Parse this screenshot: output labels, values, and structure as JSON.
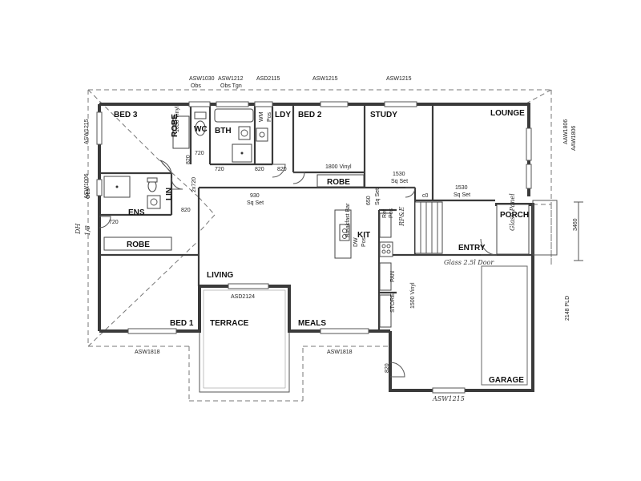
{
  "rooms": {
    "bed3": "BED 3",
    "robe_bed3": "ROBE",
    "wc": "WC",
    "bth": "BTH",
    "ldy": "LDY",
    "bed2": "BED 2",
    "study": "STUDY",
    "lounge": "LOUNGE",
    "robe_bed2": "ROBE",
    "ens": "ENS",
    "lin": "LIN",
    "robe_bed1": "ROBE",
    "kit": "KIT",
    "porch": "PORCH",
    "entry": "ENTRY",
    "living": "LIVING",
    "pan": "PAN",
    "store": "STORE",
    "bed1": "BED 1",
    "terrace": "TERRACE",
    "meals": "MEALS",
    "garage": "GARAGE"
  },
  "windows": {
    "asw1030": "ASW1030",
    "obs1": "Obs",
    "asw1212": "ASW1212",
    "obs_tgn": "Obs Tgn",
    "asd2115": "ASD2115",
    "asw1215_a": "ASW1215",
    "asw1215_b": "ASW1215",
    "asw1215_left": "ASW1215",
    "asw1006": "ASW1006",
    "obs2": "Obs",
    "aaw1806_a": "AAW1806",
    "aaw1806_b": "AAW1806",
    "asd2124": "ASD2124",
    "asw1818_a": "ASW1818",
    "asw1818_b": "ASW1818",
    "asw1215_hand": "ASW1215"
  },
  "notes": {
    "vinyl1650": "1650 Vinyl",
    "vinyl1800": "1800 Vinyl",
    "vinyl1500": "1500 Vinyl",
    "sq1530a": "1530",
    "sq1530a_unit": "Sq Set",
    "sq1530b": "1530",
    "sq1530b_unit": "Sq Set",
    "sq930": "930",
    "sq930_unit": "Sq Set",
    "sq650": "650",
    "sq650_unit": "Sq Set",
    "d720a": "720",
    "d720b": "720",
    "d720c": "720",
    "d820a": "820",
    "d820b": "820",
    "d820c": "820",
    "d820d": "820",
    "d2x720": "2x720",
    "d820e": "820",
    "wm": "WM",
    "wm_pos": "Pos",
    "ref": "Ref",
    "ref_pos": "Pos",
    "dw": "DW",
    "dw_pos": "Pos",
    "breakfast_bar": "Breakfast Bar",
    "c0": "c0",
    "pld": "2148 PLD",
    "dim3460": "3460",
    "door_hand": "Glass 2.5l Door",
    "porch_hand": "Glass Panel",
    "rpl_hand": "RP&E",
    "dh_hand": "DH",
    "dh_frac": "1/8"
  },
  "icons": [
    "toilet-icon",
    "basin-icon",
    "bath-icon",
    "shower-icon",
    "sink-icon",
    "cooktop-icon",
    "stair-icon"
  ]
}
